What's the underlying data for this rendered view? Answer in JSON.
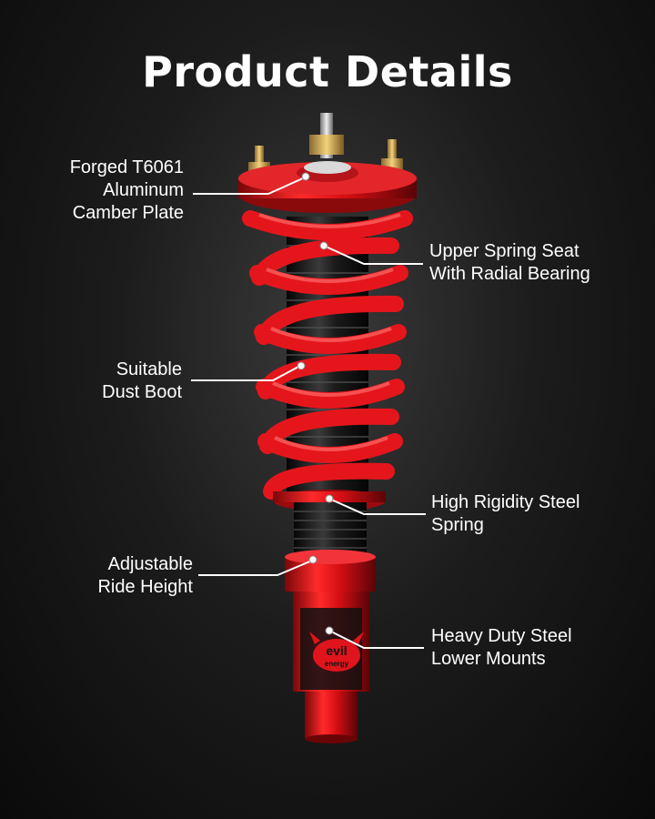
{
  "title": "Product Details",
  "callouts": {
    "camber_plate": [
      "Forged T6061",
      "Aluminum",
      "Camber Plate"
    ],
    "upper_seat": [
      "Upper Spring Seat",
      "With Radial Bearing"
    ],
    "dust_boot": [
      "Suitable",
      "Dust Boot"
    ],
    "spring": [
      "High Rigidity Steel",
      "Spring"
    ],
    "ride_height": [
      "Adjustable",
      "Ride Height"
    ],
    "lower_mounts": [
      "Heavy Duty Steel",
      "Lower Mounts"
    ]
  },
  "logo": {
    "line1": "evil",
    "line2": "energy"
  },
  "colors": {
    "accent": "#e0141c",
    "text": "#ffffff",
    "background": "#111111"
  }
}
